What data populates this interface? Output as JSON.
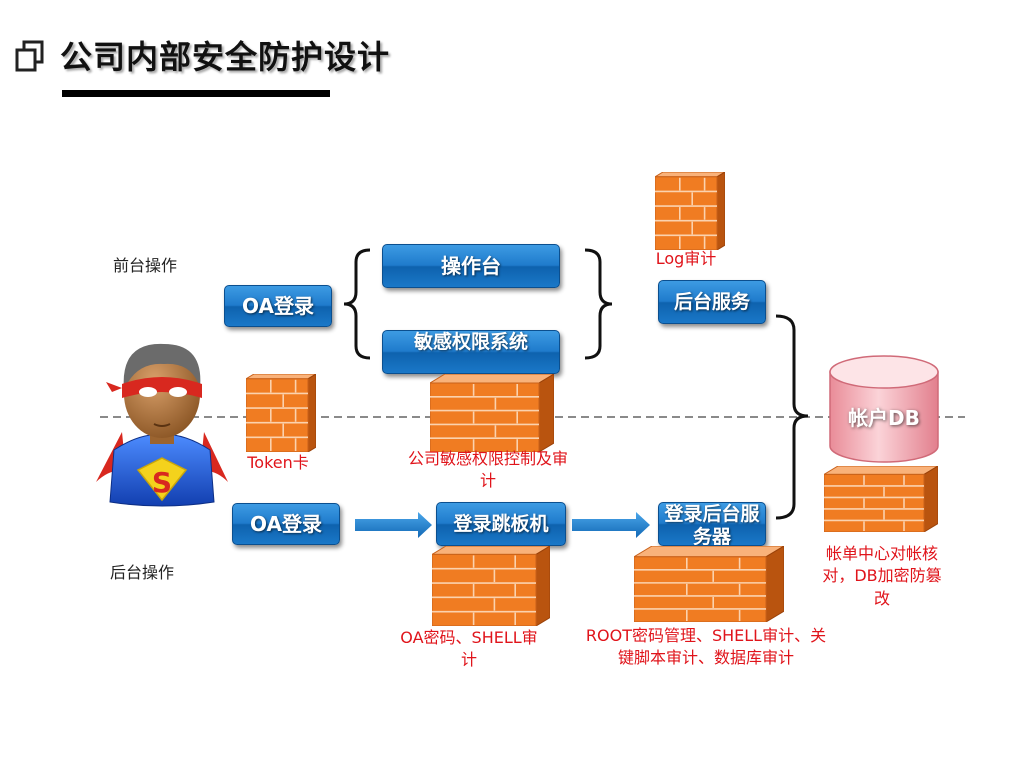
{
  "title": "公司内部安全防护设计",
  "labels": {
    "front": "前台操作",
    "back": "后台操作"
  },
  "boxes": {
    "oa_top": "OA登录",
    "console": "操作台",
    "sensitive": "敏感权限系统",
    "backend_service": "后台服务",
    "oa_bottom": "OA登录",
    "jump_host": "登录跳板机",
    "login_backend": "登录后台服务器",
    "db": "帐户DB"
  },
  "annotations": {
    "log_audit": "Log审计",
    "token": "Token卡",
    "sensitive_control": "公司敏感权限控制及审计",
    "oa_shell": "OA密码、SHELL审计",
    "root_mgmt": "ROOT密码管理、SHELL审计、关键脚本审计、数据库审计",
    "billing": "帐单中心对帐核对，DB加密防篡改"
  },
  "colors": {
    "box_blue": "#1a78c8",
    "firewall_orange": "#f07c22",
    "annotation_red": "#e0141b",
    "db_pink": "#f4b3bb"
  }
}
